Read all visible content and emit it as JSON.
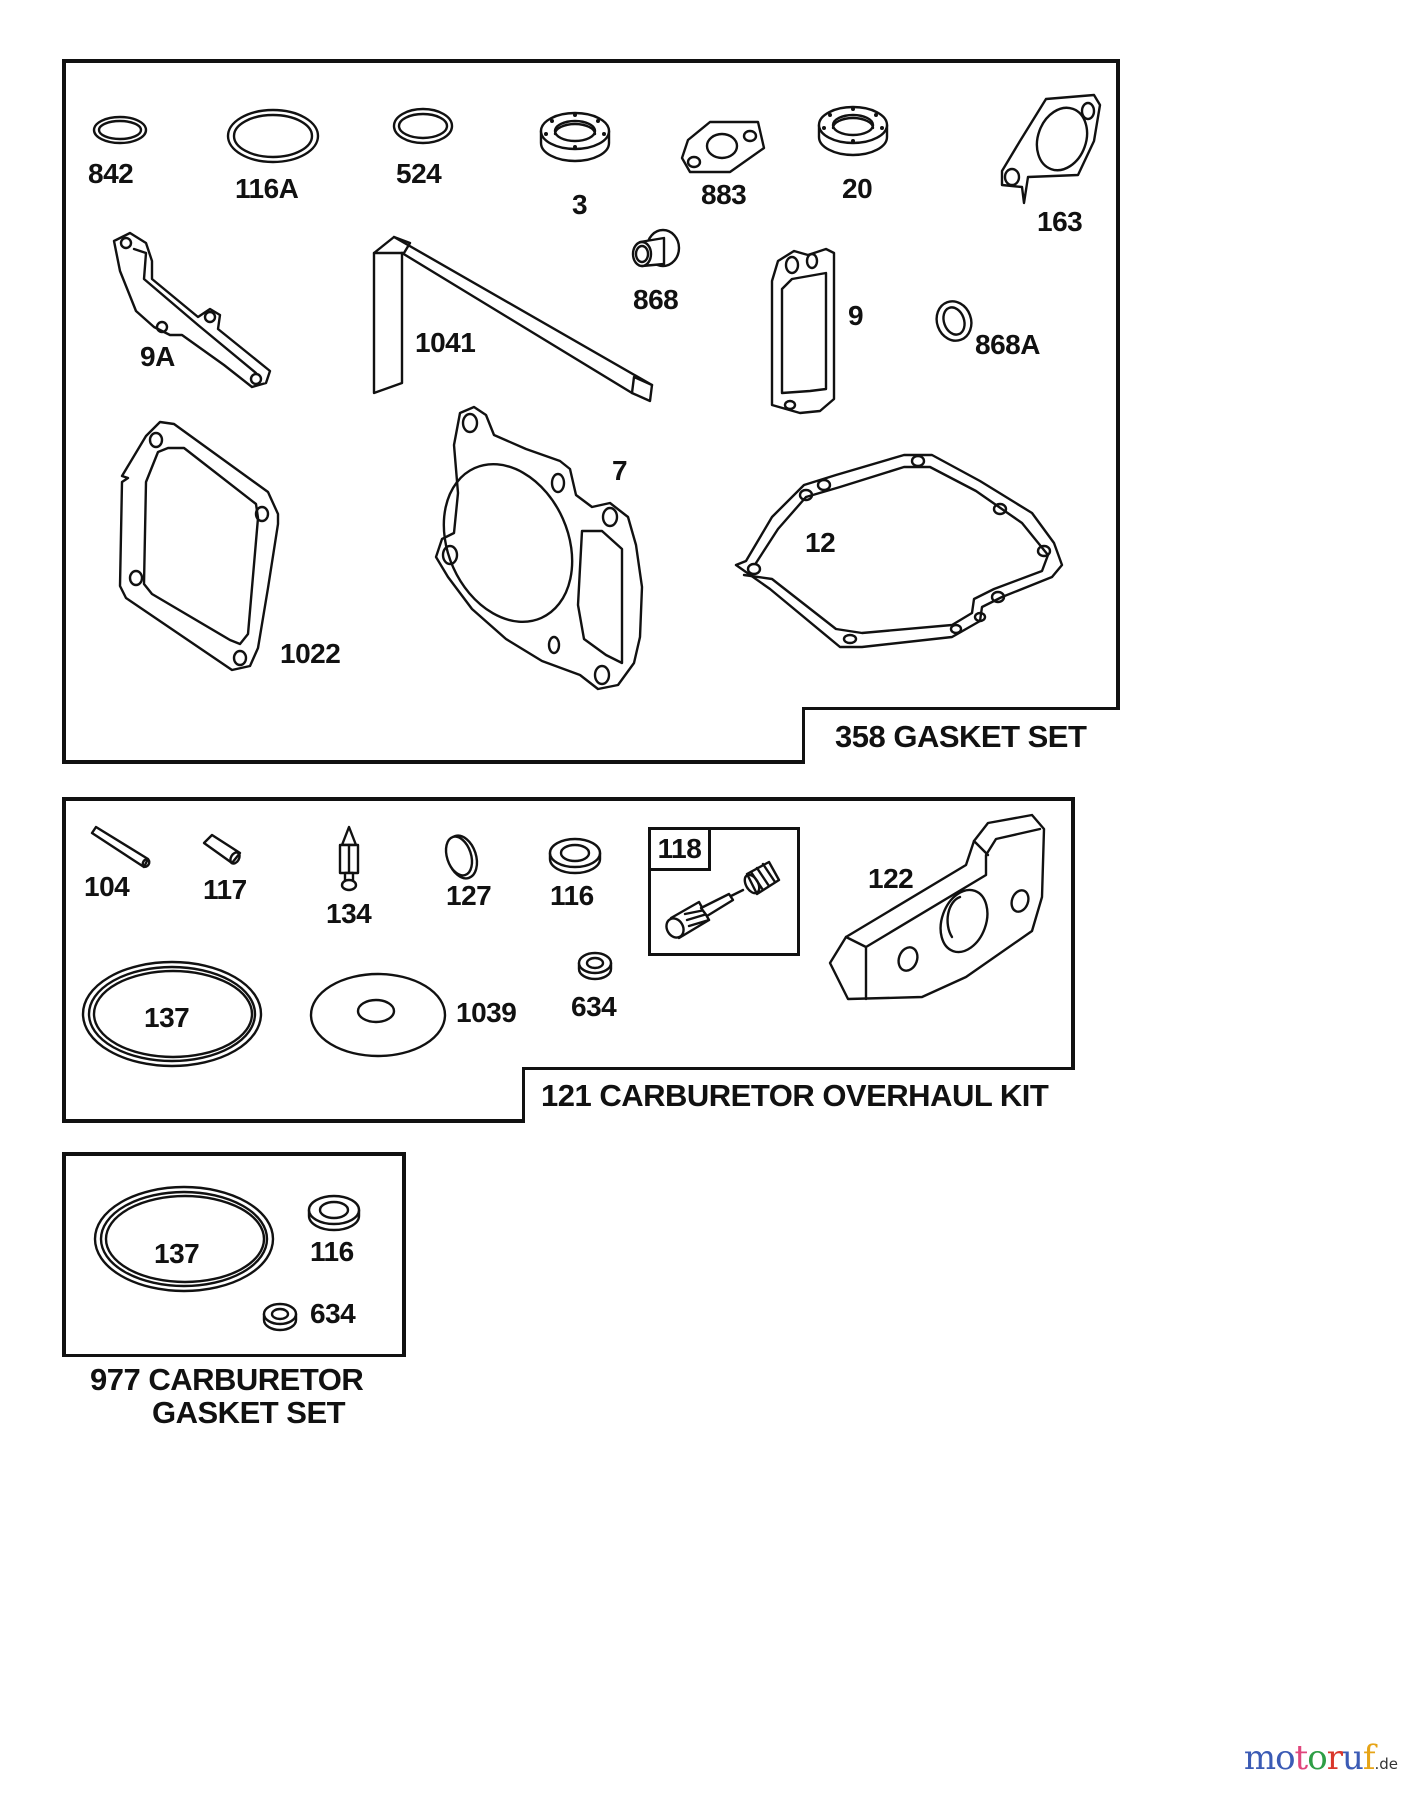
{
  "kits": [
    {
      "id": "gasket-set",
      "title": "358 GASKET SET",
      "parts": [
        {
          "ref": "842",
          "shape": "o-ring"
        },
        {
          "ref": "116A",
          "shape": "o-ring"
        },
        {
          "ref": "524",
          "shape": "o-ring"
        },
        {
          "ref": "3",
          "shape": "oil-seal"
        },
        {
          "ref": "883",
          "shape": "flange-gasket"
        },
        {
          "ref": "20",
          "shape": "oil-seal"
        },
        {
          "ref": "163",
          "shape": "intake-gasket"
        },
        {
          "ref": "9A",
          "shape": "elongated-gasket"
        },
        {
          "ref": "1041",
          "shape": "seal-strip"
        },
        {
          "ref": "868",
          "shape": "valve-stem-seal"
        },
        {
          "ref": "9",
          "shape": "rectangular-gasket"
        },
        {
          "ref": "868A",
          "shape": "washer"
        },
        {
          "ref": "1022",
          "shape": "cover-gasket"
        },
        {
          "ref": "7",
          "shape": "cylinder-head-gasket"
        },
        {
          "ref": "12",
          "shape": "crankcase-gasket"
        }
      ]
    },
    {
      "id": "carburetor-overhaul-kit",
      "title": "121 CARBURETOR OVERHAUL KIT",
      "parts": [
        {
          "ref": "104",
          "shape": "pin"
        },
        {
          "ref": "117",
          "shape": "bushing"
        },
        {
          "ref": "134",
          "shape": "inlet-needle"
        },
        {
          "ref": "127",
          "shape": "welch-plug"
        },
        {
          "ref": "116",
          "shape": "washer"
        },
        {
          "ref": "118",
          "shape": "mixture-screw-and-spring",
          "boxed": true
        },
        {
          "ref": "122",
          "shape": "carburetor-spacer"
        },
        {
          "ref": "137",
          "shape": "bowl-gasket"
        },
        {
          "ref": "1039",
          "shape": "diaphragm-disc"
        },
        {
          "ref": "634",
          "shape": "washer"
        }
      ]
    },
    {
      "id": "carburetor-gasket-set",
      "title_line1": "977 CARBURETOR",
      "title_line2": "GASKET SET",
      "parts": [
        {
          "ref": "137",
          "shape": "bowl-gasket"
        },
        {
          "ref": "116",
          "shape": "washer"
        },
        {
          "ref": "634",
          "shape": "washer"
        }
      ]
    }
  ],
  "watermark": {
    "letters": [
      "m",
      "o",
      "t",
      "o",
      "r",
      "u",
      "f"
    ],
    "colors": [
      "#3b5bb5",
      "#3b5bb5",
      "#e0467c",
      "#2e9e45",
      "#d9372b",
      "#3b5bb5",
      "#e6a417"
    ],
    "suffix": ".de"
  }
}
